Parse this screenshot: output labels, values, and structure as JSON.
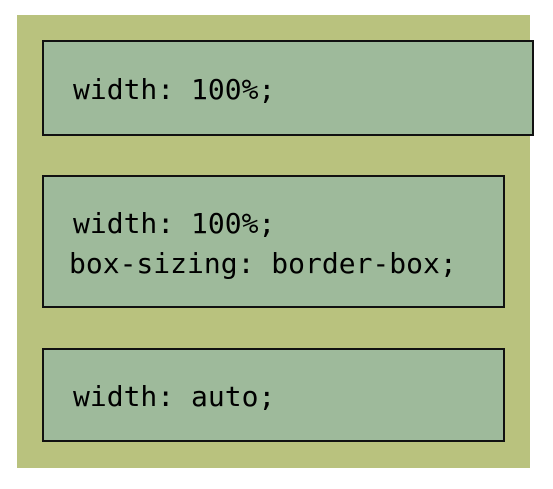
{
  "colors": {
    "outer_background": "#b9c27e",
    "box_background": "#9eba9b",
    "box_border": "#111111",
    "text": "#000000"
  },
  "boxes": [
    {
      "lines": [
        "width: 100%;"
      ]
    },
    {
      "lines": [
        "width: 100%;",
        "box-sizing: border-box;"
      ]
    },
    {
      "lines": [
        "width: auto;"
      ]
    }
  ]
}
